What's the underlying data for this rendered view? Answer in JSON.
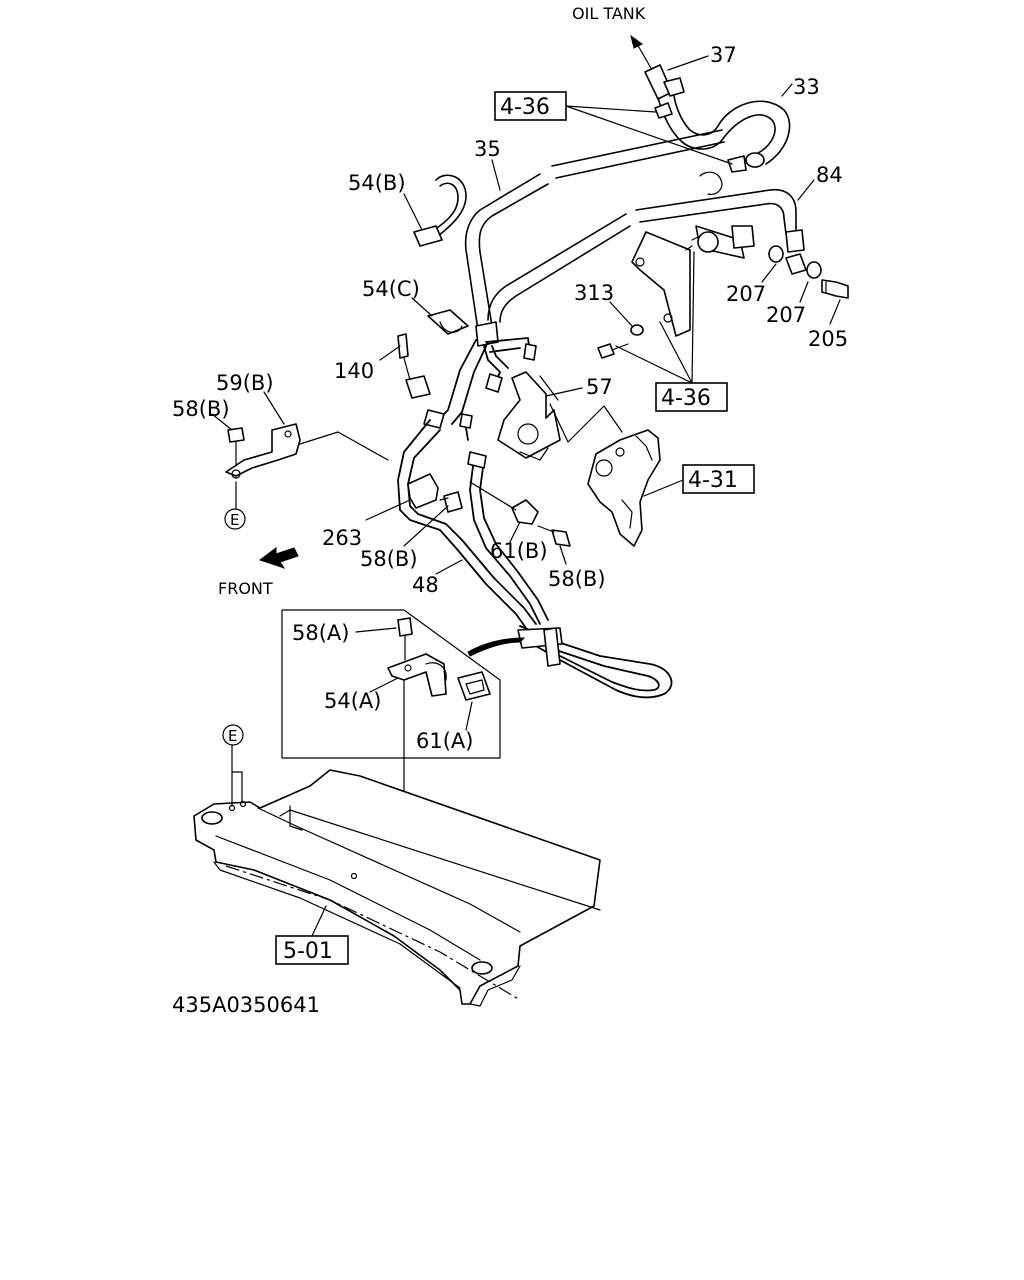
{
  "labels": {
    "oil_tank": "OIL TANK",
    "p37": "37",
    "p33": "33",
    "p35": "35",
    "p84": "84",
    "p54b": "54(B)",
    "p54c": "54(C)",
    "p313": "313",
    "p207a": "207",
    "p207b": "207",
    "p205": "205",
    "p140": "140",
    "p57": "57",
    "p59b": "59(B)",
    "p58b_left": "58(B)",
    "e_top": "E",
    "p263": "263",
    "p58b_mid": "58(B)",
    "p61b": "61(B)",
    "p58b_right": "58(B)",
    "p48": "48",
    "front": "FRONT",
    "p58a": "58(A)",
    "p54a": "54(A)",
    "p61a": "61(A)",
    "e_bottom": "E",
    "figure_number": "435A0350641"
  },
  "refs": {
    "ref_4_36_top": "4-36",
    "ref_4_36_mid": "4-36",
    "ref_4_31": "4-31",
    "ref_5_01": "5-01"
  }
}
